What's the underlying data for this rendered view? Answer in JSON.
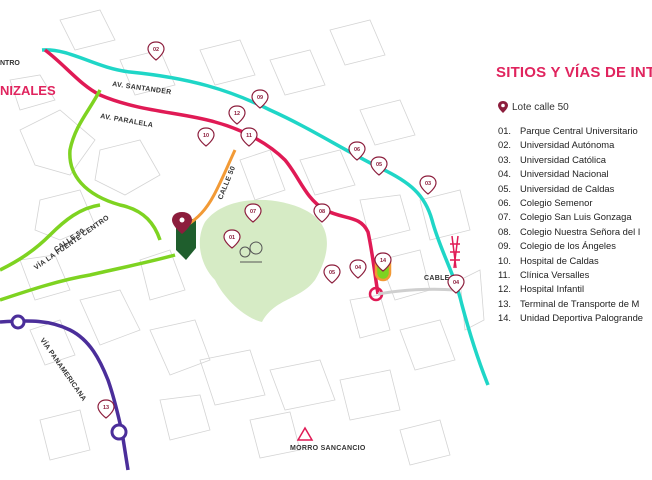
{
  "map": {
    "city_label": "NIZALES",
    "top_left_label": "NTRO",
    "roads": {
      "av_santander": "AV. SANTANDER",
      "av_paralela": "AV. PARALELA",
      "calle_50": "CALLE 50",
      "via_fuente": "VÍA LA FUENTE CENTRO",
      "calle_50_b": "CALLE 50",
      "panamericana": "VÍA PANAMERICANA",
      "cable": "CABLE"
    },
    "landmark": "MORRO SANCANCIO",
    "markers": [
      "02",
      "09",
      "12",
      "10",
      "11",
      "06",
      "05",
      "03",
      "07",
      "08",
      "01",
      "05",
      "04",
      "14",
      "04",
      "13"
    ],
    "colors": {
      "route_red": "#e01a55",
      "route_teal": "#1fd6c7",
      "route_green": "#7ed321",
      "route_orange": "#f29a36",
      "route_purple": "#4b2e9a",
      "park": "#d6ebc5",
      "marker": "#8c1d3c"
    }
  },
  "legend": {
    "title": "SITIOS Y VÍAS DE INT",
    "marker_label": "Lote calle 50",
    "sites": [
      {
        "num": "01.",
        "name": "Parque Central Universitario"
      },
      {
        "num": "02.",
        "name": "Universidad Autónoma"
      },
      {
        "num": "03.",
        "name": "Universidad Católica"
      },
      {
        "num": "04.",
        "name": "Universidad Nacional"
      },
      {
        "num": "05.",
        "name": "Universidad de Caldas"
      },
      {
        "num": "06.",
        "name": "Colegio Semenor"
      },
      {
        "num": "07.",
        "name": "Colegio San Luis Gonzaga"
      },
      {
        "num": "08.",
        "name": "Colegio Nuestra Señora del I"
      },
      {
        "num": "09.",
        "name": "Colegio de los Ángeles"
      },
      {
        "num": "10.",
        "name": "Hospital de Caldas"
      },
      {
        "num": "11.",
        "name": "Clínica Versalles"
      },
      {
        "num": "12.",
        "name": "Hospital Infantil"
      },
      {
        "num": "13.",
        "name": "Terminal de Transporte de M"
      },
      {
        "num": "14.",
        "name": "Unidad Deportiva Palogrande"
      }
    ]
  }
}
